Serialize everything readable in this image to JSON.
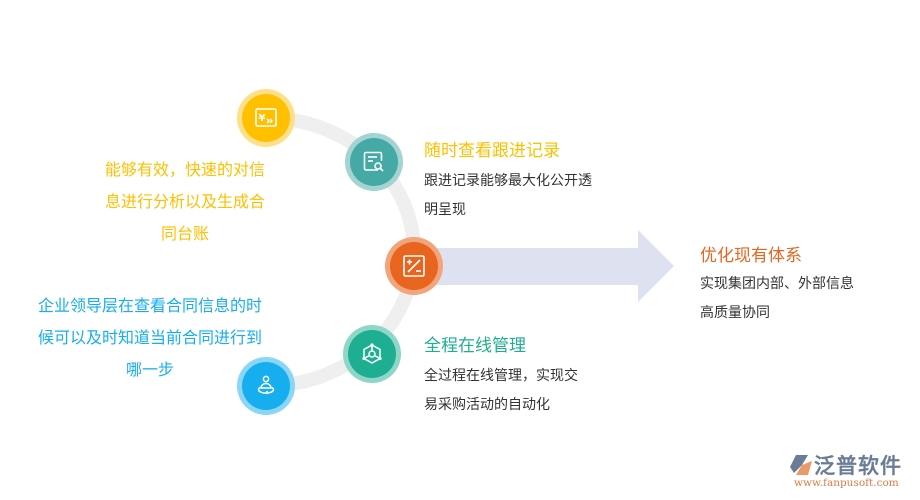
{
  "colors": {
    "yellow": "#FFC000",
    "teal": "#45A9A5",
    "orange": "#E8651F",
    "green": "#1EAE92",
    "blue": "#16AEEF",
    "arc": "#EFEFEF",
    "arrow": "#DEE2F0",
    "text_dark": "#333333"
  },
  "left": {
    "yellow_text": {
      "lines": [
        "能够有效，快速的对信",
        "息进行分析以及生成合",
        "同台账"
      ],
      "icon": "yen-transfer-icon"
    },
    "blue_text": {
      "lines": [
        "企业领导层在查看合同信息的时",
        "候可以及时知道当前合同进行到",
        "哪一步"
      ],
      "icon": "person-rotate-icon"
    }
  },
  "right": {
    "item1": {
      "title": "随时查看跟进记录",
      "desc": [
        "跟进记录能够最大化公开透",
        "明呈现"
      ],
      "icon": "document-search-icon"
    },
    "item2": {
      "icon": "plus-minus-icon"
    },
    "item3": {
      "title": "全程在线管理",
      "desc": [
        "全过程在线管理，实现交",
        "易采购活动的自动化"
      ],
      "icon": "network-cube-icon"
    }
  },
  "result": {
    "title": "优化现有体系",
    "desc": [
      "实现集团内部、外部信息",
      "高质量协同"
    ]
  },
  "logo": {
    "name": "泛普软件",
    "url": "www.fanpusoft.com"
  }
}
